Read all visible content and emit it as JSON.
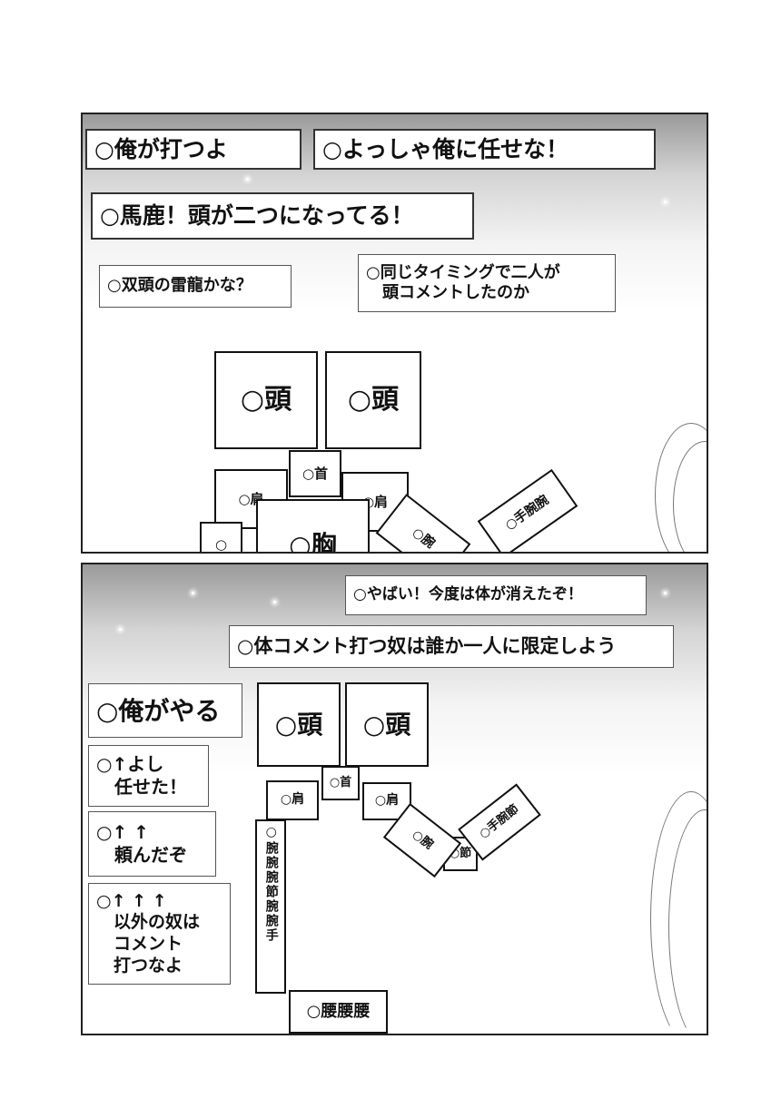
{
  "panel1": {
    "comments": [
      "○俺が打つよ",
      "○よっしゃ俺に任せな！",
      "○馬鹿！頭が二つになってる！",
      "○双頭の雷龍かな？",
      "○同じタイミングで二人が\n　頭コメントしたのか"
    ],
    "body": {
      "head1": "○頭",
      "head2": "○頭",
      "neck": "○首",
      "shoulder_l": "○肩",
      "shoulder_r": "○肩",
      "chest": "○胸",
      "arm_l": "○",
      "elbow": "○腕",
      "hand": "○手腕腕"
    }
  },
  "panel2": {
    "comments": [
      "○やばい！今度は体が消えたぞ！",
      "○体コメント打つ奴は誰か一人に限定しよう",
      "○俺がやる",
      "○↑よし\n　任せた！",
      "○↑ ↑\n　頼んだぞ",
      "○↑ ↑ ↑\n　以外の奴は\n　コメント\n　打つなよ"
    ],
    "body": {
      "head1": "○頭",
      "head2": "○頭",
      "neck": "○首",
      "shoulder_l": "○肩",
      "shoulder_r": "○肩",
      "arm_l": "○腕腕腕節腕腕手",
      "elbow": "○腕",
      "joint": "○節",
      "hand": "○手腕節",
      "waist": "○腰腰腰"
    }
  }
}
